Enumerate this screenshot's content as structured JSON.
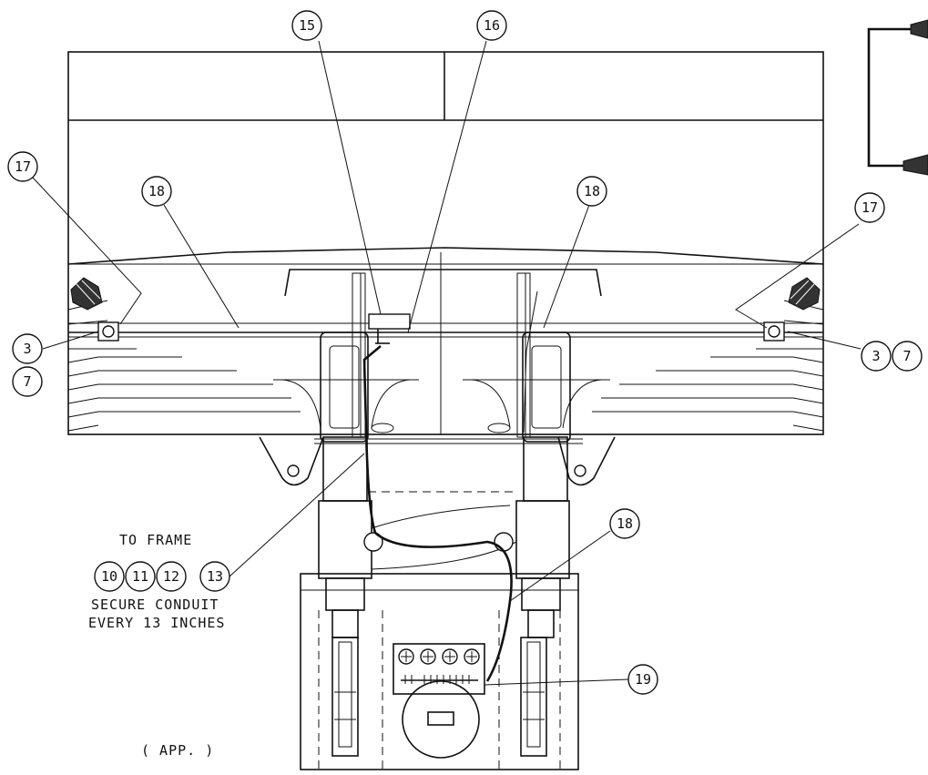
{
  "callouts": {
    "c15": "15",
    "c16": "16",
    "c17_left": "17",
    "c17_right": "17",
    "c18_left": "18",
    "c18_right": "18",
    "c18_lower": "18",
    "c3_left": "3",
    "c7_left": "7",
    "c3_right": "3",
    "c7_right": "7",
    "c10": "10",
    "c11": "11",
    "c12": "12",
    "c13": "13",
    "c19": "19"
  },
  "notes": {
    "to_frame": "TO FRAME",
    "secure_line1": "SECURE CONDUIT",
    "secure_line2": "EVERY 13 INCHES",
    "approx": "( APP. )"
  }
}
